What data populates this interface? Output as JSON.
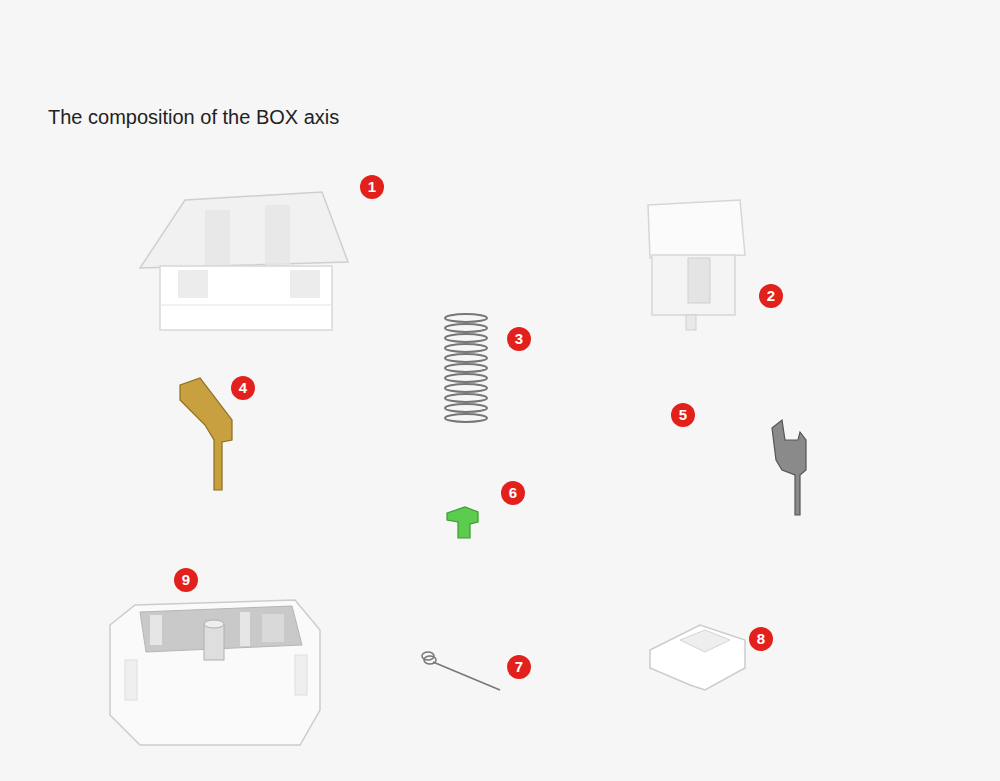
{
  "diagram": {
    "title": "The composition of the BOX axis",
    "labels": [
      "1",
      "2",
      "3",
      "4",
      "5",
      "6",
      "7",
      "8",
      "9"
    ]
  }
}
